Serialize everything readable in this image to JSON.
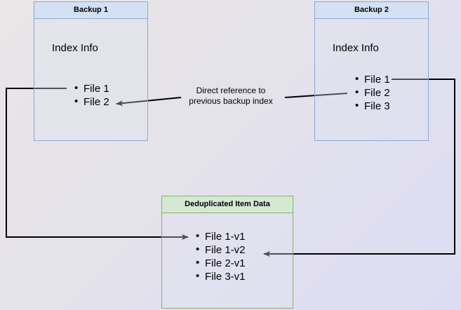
{
  "diagram": {
    "background_colors": {
      "start": "#e9e6e7",
      "end": "#dddcf3"
    },
    "palette": {
      "blue_fill": "#d4e1f4",
      "blue_stroke": "#8ba9d6",
      "green_fill": "#d5e8d4",
      "green_stroke": "#82b366",
      "connector": "#000000"
    },
    "boxes": [
      {
        "id": "backup1",
        "title": "Backup 1",
        "subtitle": "Index Info",
        "items": [
          "File 1",
          "File 2"
        ]
      },
      {
        "id": "backup2",
        "title": "Backup 2",
        "subtitle": "Index Info",
        "items": [
          "File 1",
          "File 2",
          "File 3"
        ]
      },
      {
        "id": "dedup",
        "title": "Deduplicated Item Data",
        "items": [
          "File 1-v1",
          "File 1-v2",
          "File 2-v1",
          "File 3-v1"
        ]
      }
    ],
    "annotations": [
      {
        "id": "direct-reference",
        "line1": "Direct reference to",
        "line2": "previous backup index"
      }
    ]
  }
}
